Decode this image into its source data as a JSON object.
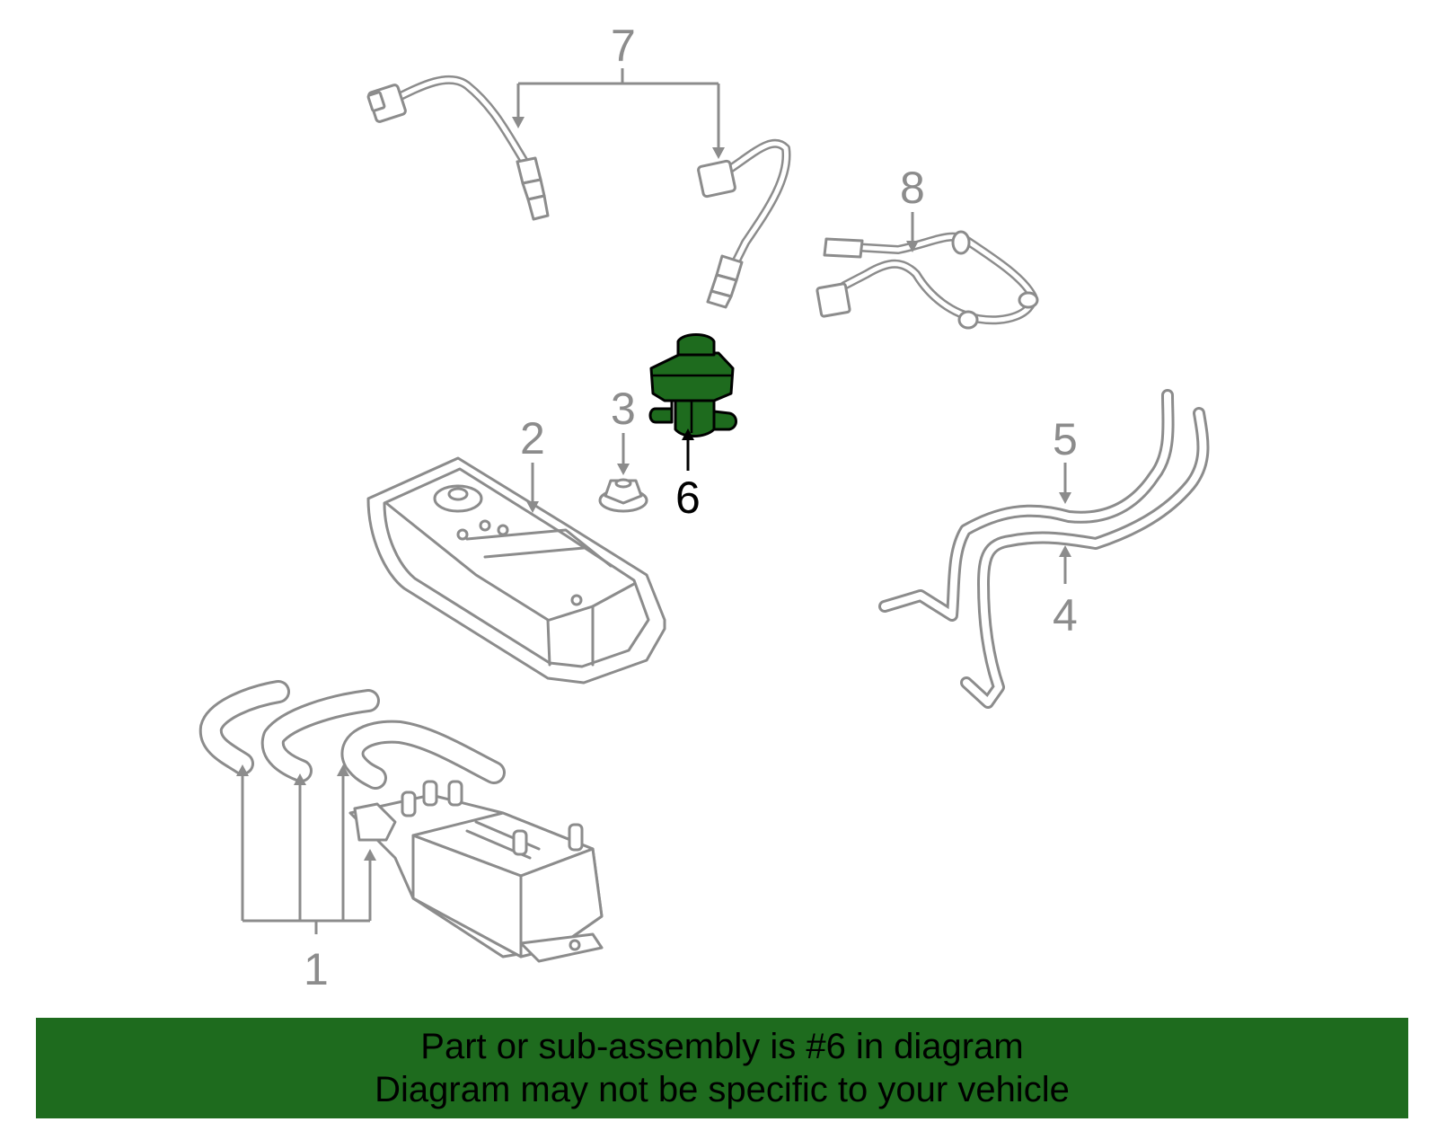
{
  "callouts": {
    "c1": "1",
    "c2": "2",
    "c3": "3",
    "c4": "4",
    "c5": "5",
    "c6": "6",
    "c7": "7",
    "c8": "8"
  },
  "banner": {
    "line1": "Part or sub-assembly is #6 in diagram",
    "line2": "Diagram may not be specific to your vehicle"
  },
  "colors": {
    "highlight": "#1e6b1e",
    "banner": "#1e6b1e",
    "parts": "#8c8c8c"
  }
}
